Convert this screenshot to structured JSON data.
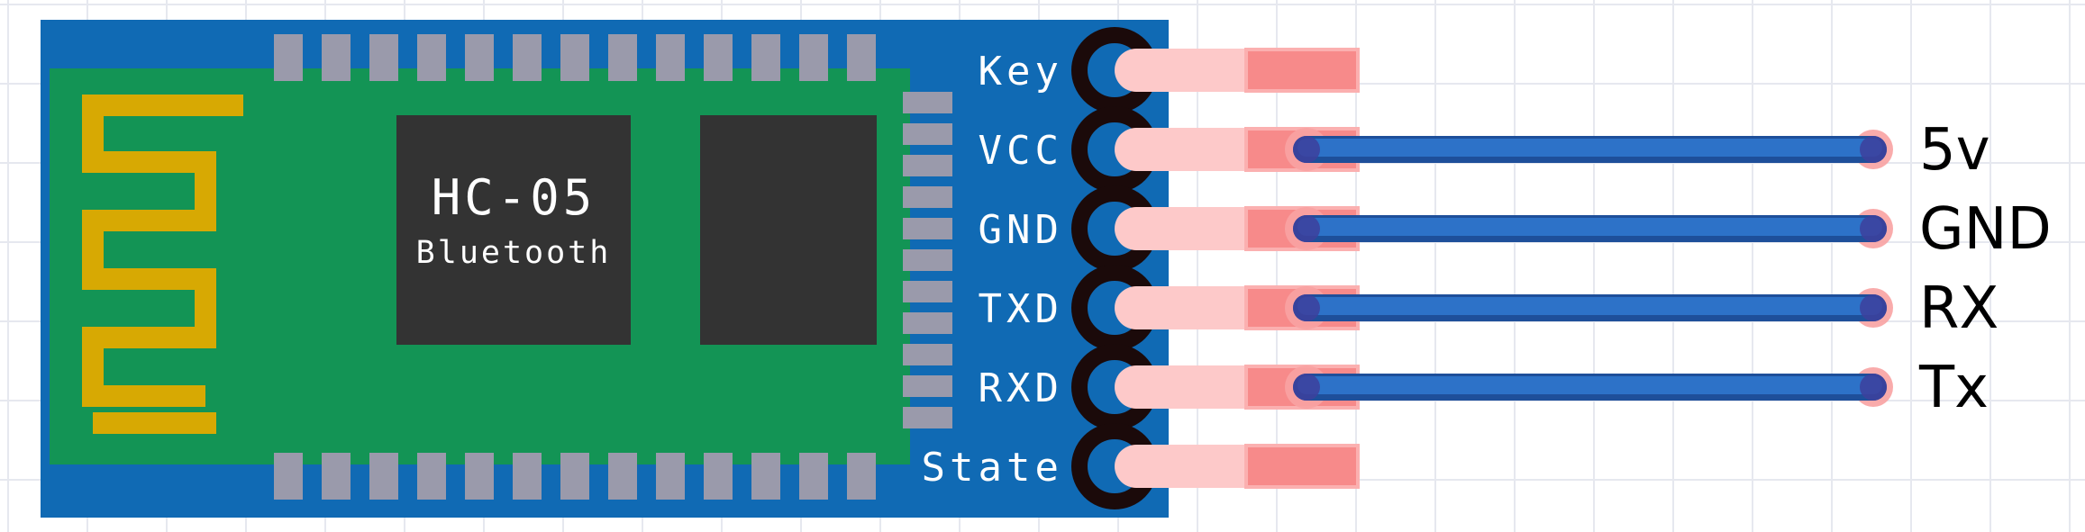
{
  "module": {
    "chip_title": "HC-05",
    "chip_subtitle": "Bluetooth",
    "colors": {
      "pcb_blue": "#106ab4",
      "board_green": "#139455",
      "chip_dark": "#333333",
      "antenna_gold": "#d7a903",
      "pad_gray": "#9a9aab",
      "header_black": "#1b0a0a",
      "pin_pink": "#fdc9c9",
      "pin_tip_red": "#f78a8a"
    }
  },
  "pins": [
    {
      "label": "Key",
      "connected": false
    },
    {
      "label": "VCC",
      "connected": true
    },
    {
      "label": "GND",
      "connected": true
    },
    {
      "label": "TXD",
      "connected": true
    },
    {
      "label": "RXD",
      "connected": true
    },
    {
      "label": "State",
      "connected": false
    }
  ],
  "wires": [
    {
      "from": "VCC",
      "to": "5v"
    },
    {
      "from": "GND",
      "to": "GND"
    },
    {
      "from": "TXD",
      "to": "RX"
    },
    {
      "from": "RXD",
      "to": "Tx"
    }
  ],
  "wire_color": "#2d72c8"
}
